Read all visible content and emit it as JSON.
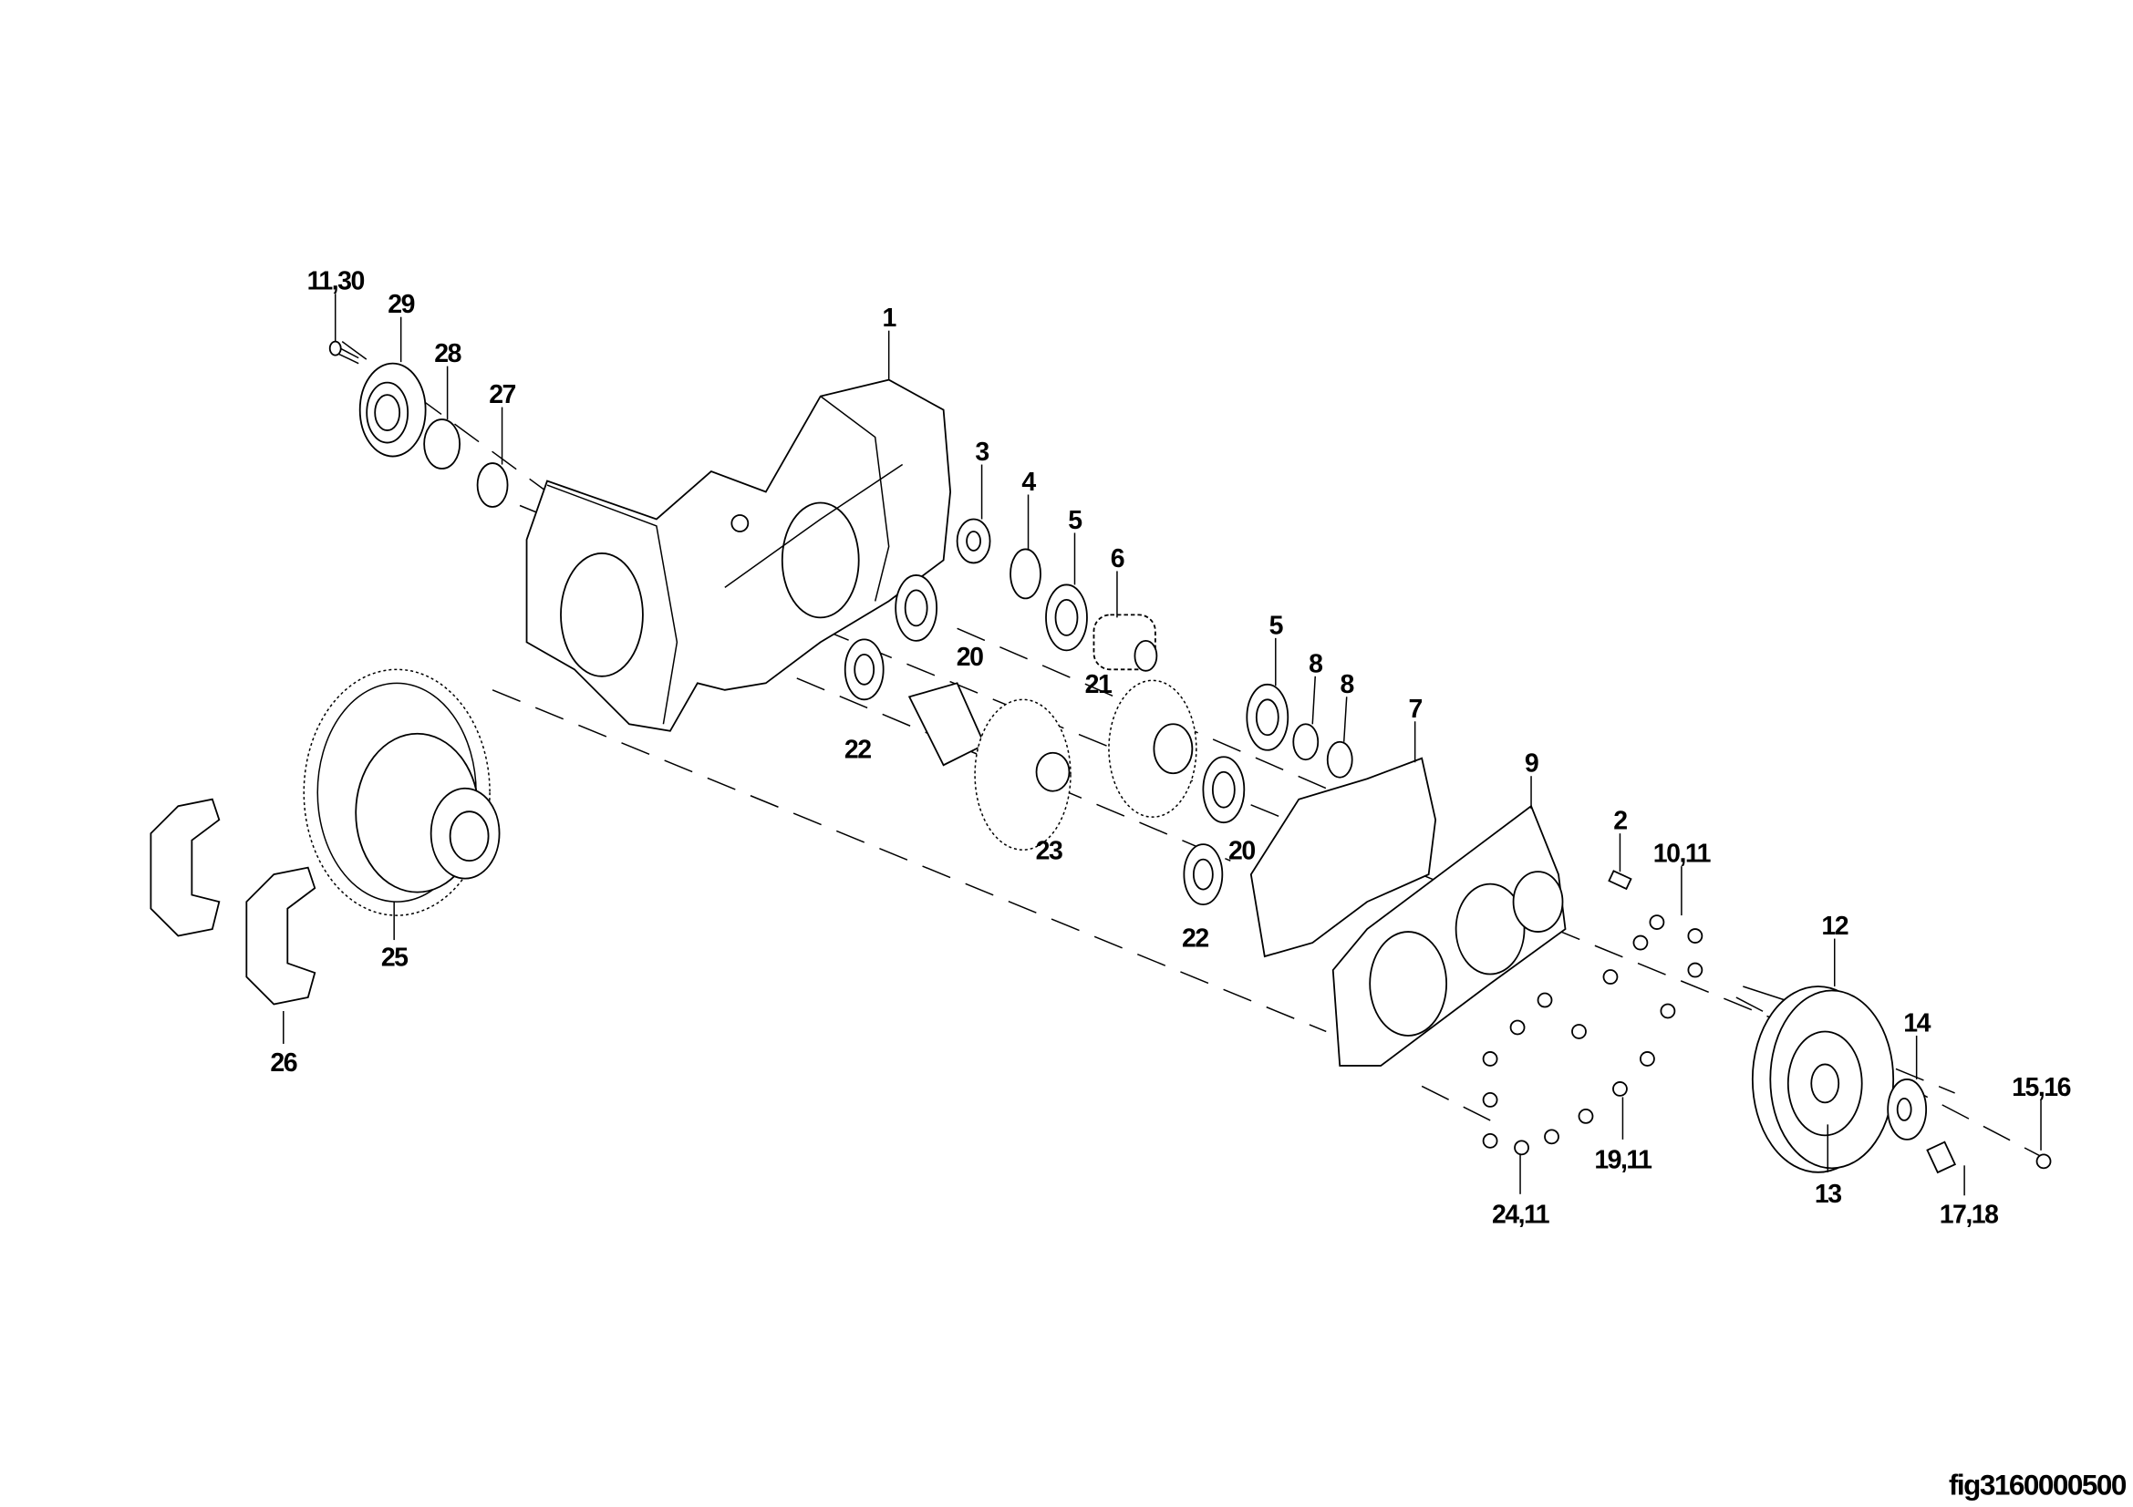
{
  "diagram": {
    "type": "exploded-parts-view",
    "figure_id": "fig3160000500",
    "callouts": [
      "11,30",
      "29",
      "28",
      "27",
      "1",
      "3",
      "4",
      "5",
      "6",
      "5",
      "8",
      "8",
      "7",
      "20",
      "21",
      "22",
      "23",
      "20",
      "22",
      "9",
      "2",
      "10,11",
      "12",
      "14",
      "15,16",
      "13",
      "17,18",
      "19,11",
      "24,11",
      "25",
      "26"
    ]
  }
}
